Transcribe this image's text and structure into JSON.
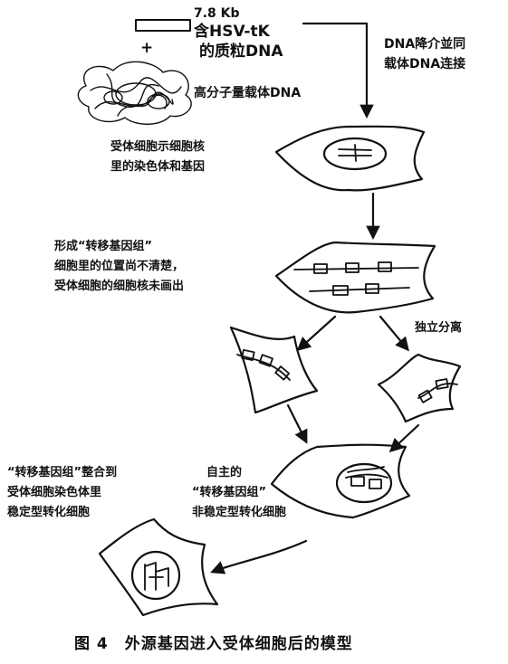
{
  "top": {
    "size_label": "7.8 Kb",
    "plasmid_line1": "含HSV-tK",
    "plasmid_line2": "的质粒DNA",
    "plus_sign": "+",
    "carrier_label": "高分子量载体DNA",
    "process_line1": "DNA降介並同",
    "process_line2": "载体DNA连接"
  },
  "stage1": {
    "line1": "受体细胞示细胞核",
    "line2": "里的染色体和基因"
  },
  "stage2": {
    "line1": "形成“转移基因组”",
    "line2": "细胞里的位置尚不清楚，",
    "line3": "受体细胞的细胞核未画出"
  },
  "split": {
    "label": "独立分离"
  },
  "stage3": {
    "left_line1": "“转移基因组”整合到",
    "left_line2": "受体细胞染色体里",
    "left_line3": "稳定型转化细胞",
    "right_line1": "自主的",
    "right_line2": "“转移基因组”",
    "right_line3": "非稳定型转化细胞"
  },
  "caption": "图 4　外源基因进入受体细胞后的模型"
}
